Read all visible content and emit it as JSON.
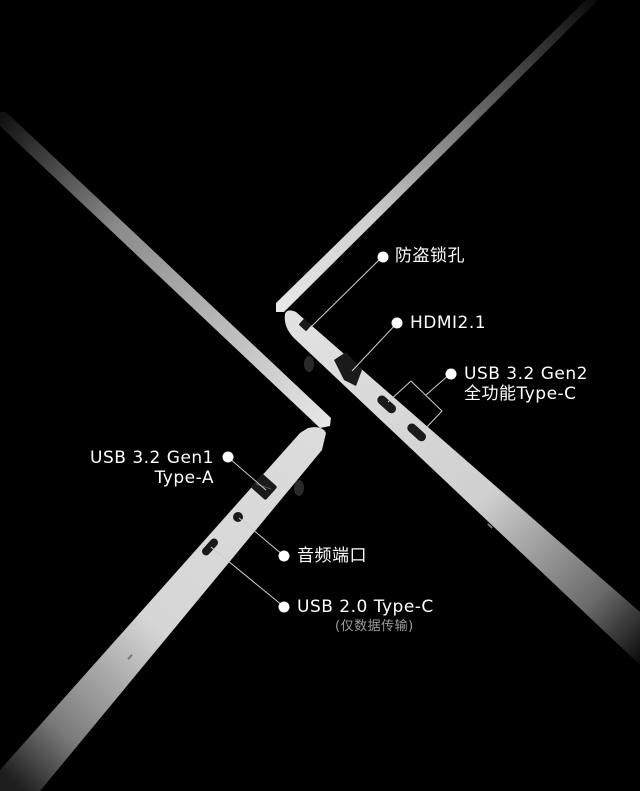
{
  "colors": {
    "background": "#000000",
    "chassis_light": "#e6e6e6",
    "chassis_dark": "#1a1a1a",
    "label_text": "#ffffff",
    "sub_text": "#9a9a9a",
    "leader_line": "#d0d0d0"
  },
  "right_laptop": {
    "callouts": [
      {
        "id": "security-lock",
        "text": "防盗锁孔"
      },
      {
        "id": "hdmi",
        "text": "HDMI2.1"
      },
      {
        "id": "usb-c-gen2",
        "line1": "USB 3.2 Gen2",
        "line2": "全功能Type-C"
      }
    ]
  },
  "left_laptop": {
    "callouts": [
      {
        "id": "usb-a-gen1",
        "line1": "USB 3.2 Gen1",
        "line2": "Type-A"
      },
      {
        "id": "audio",
        "text": "音频端口"
      },
      {
        "id": "usb-c-20",
        "line1": "USB 2.0 Type-C",
        "line2": "(仅数据传输)"
      }
    ]
  }
}
